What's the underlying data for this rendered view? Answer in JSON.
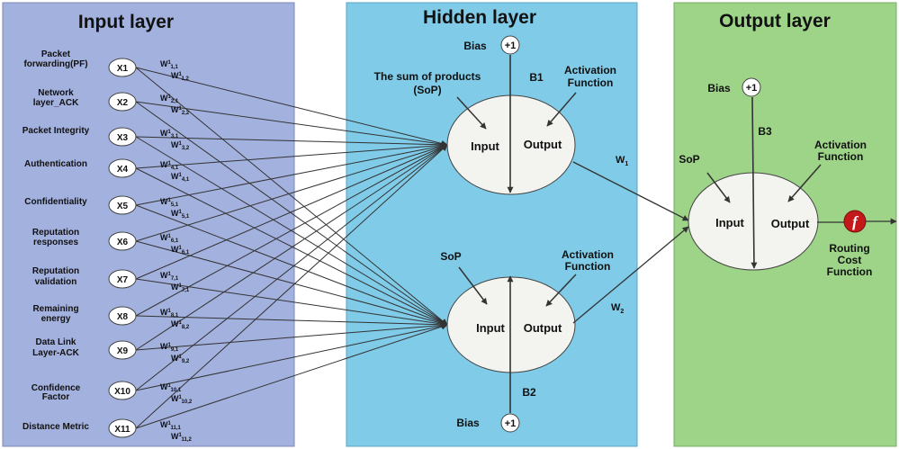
{
  "panels": {
    "input_title": "Input layer",
    "hidden_title": "Hidden layer",
    "output_title": "Output layer"
  },
  "inputs": [
    {
      "id": "X1",
      "label": [
        "Packet",
        "forwarding(PF)"
      ],
      "w_main": "W",
      "w_sup": "1",
      "w_sub": "1,1",
      "w2_main": "W",
      "w2_sup": "1",
      "w2_sub": "1,2"
    },
    {
      "id": "X2",
      "label": [
        "Network",
        "layer_ACK"
      ],
      "w_main": "W",
      "w_sup": "1",
      "w_sub": "2,1",
      "w2_main": "W",
      "w2_sup": "1",
      "w2_sub": "2,2"
    },
    {
      "id": "X3",
      "label": [
        "Packet Integrity"
      ],
      "w_main": "W",
      "w_sup": "1",
      "w_sub": "3,1",
      "w2_main": "W",
      "w2_sup": "1",
      "w2_sub": "3,2"
    },
    {
      "id": "X4",
      "label": [
        "Authentication"
      ],
      "w_main": "W",
      "w_sup": "1",
      "w_sub": "4,1",
      "w2_main": "W",
      "w2_sup": "1",
      "w2_sub": "4,1"
    },
    {
      "id": "X5",
      "label": [
        "Confidentiality"
      ],
      "w_main": "W",
      "w_sup": "1",
      "w_sub": "5,1",
      "w2_main": "W",
      "w2_sup": "1",
      "w2_sub": "5,1"
    },
    {
      "id": "X6",
      "label": [
        "Reputation",
        "responses"
      ],
      "w_main": "W",
      "w_sup": "1",
      "w_sub": "6,1",
      "w2_main": "W",
      "w2_sup": "1",
      "w2_sub": "6,1"
    },
    {
      "id": "X7",
      "label": [
        "Reputation",
        "validation"
      ],
      "w_main": "W",
      "w_sup": "1",
      "w_sub": "7,1",
      "w2_main": "W",
      "w2_sup": "1",
      "w2_sub": "7,1"
    },
    {
      "id": "X8",
      "label": [
        "Remaining",
        "energy"
      ],
      "w_main": "W",
      "w_sup": "1",
      "w_sub": "8,1",
      "w2_main": "W",
      "w2_sup": "1",
      "w2_sub": "8,2"
    },
    {
      "id": "X9",
      "label": [
        "Data Link",
        "Layer-ACK"
      ],
      "w_main": "W",
      "w_sup": "1",
      "w_sub": "9,1",
      "w2_main": "W",
      "w2_sup": "1",
      "w2_sub": "9,2"
    },
    {
      "id": "X10",
      "label": [
        "Confidence",
        "Factor"
      ],
      "w_main": "W",
      "w_sup": "1",
      "w_sub": "10,1",
      "w2_main": "W",
      "w2_sup": "1",
      "w2_sub": "10,2"
    },
    {
      "id": "X11",
      "label": [
        "Distance Metric"
      ],
      "w_main": "W",
      "w_sup": "1",
      "w_sub": "11,1",
      "w2_main": "W",
      "w2_sup": "1",
      "w2_sub": "11,2"
    }
  ],
  "hidden": {
    "bias_top_label": "Bias",
    "bias_top_value": "+1",
    "b1": "B1",
    "sop_long": [
      "The sum of products",
      "(SoP)"
    ],
    "activation": [
      "Activation",
      "Function"
    ],
    "neuron_input": "Input",
    "neuron_output": "Output",
    "sop_short": "SoP",
    "activation2": [
      "Activation",
      "Function"
    ],
    "bias_bottom_label": "Bias",
    "bias_bottom_value": "+1",
    "b2": "B2",
    "w1_main": "W",
    "w1_sub": "1",
    "w2_main": "W",
    "w2_sub": "2"
  },
  "output": {
    "bias_label": "Bias",
    "bias_value": "+1",
    "b3": "B3",
    "sop": "SoP",
    "activation": [
      "Activation",
      "Function"
    ],
    "neuron_input": "Input",
    "neuron_output": "Output",
    "func_symbol": "f",
    "routing": [
      "Routing",
      "Cost",
      "Function"
    ]
  },
  "colors": {
    "input_panel": "#a3b1de",
    "hidden_panel": "#7fcbe8",
    "output_panel": "#9dd488",
    "neuron_fill": "#f3f4ef",
    "func_circle": "#c4191a"
  }
}
